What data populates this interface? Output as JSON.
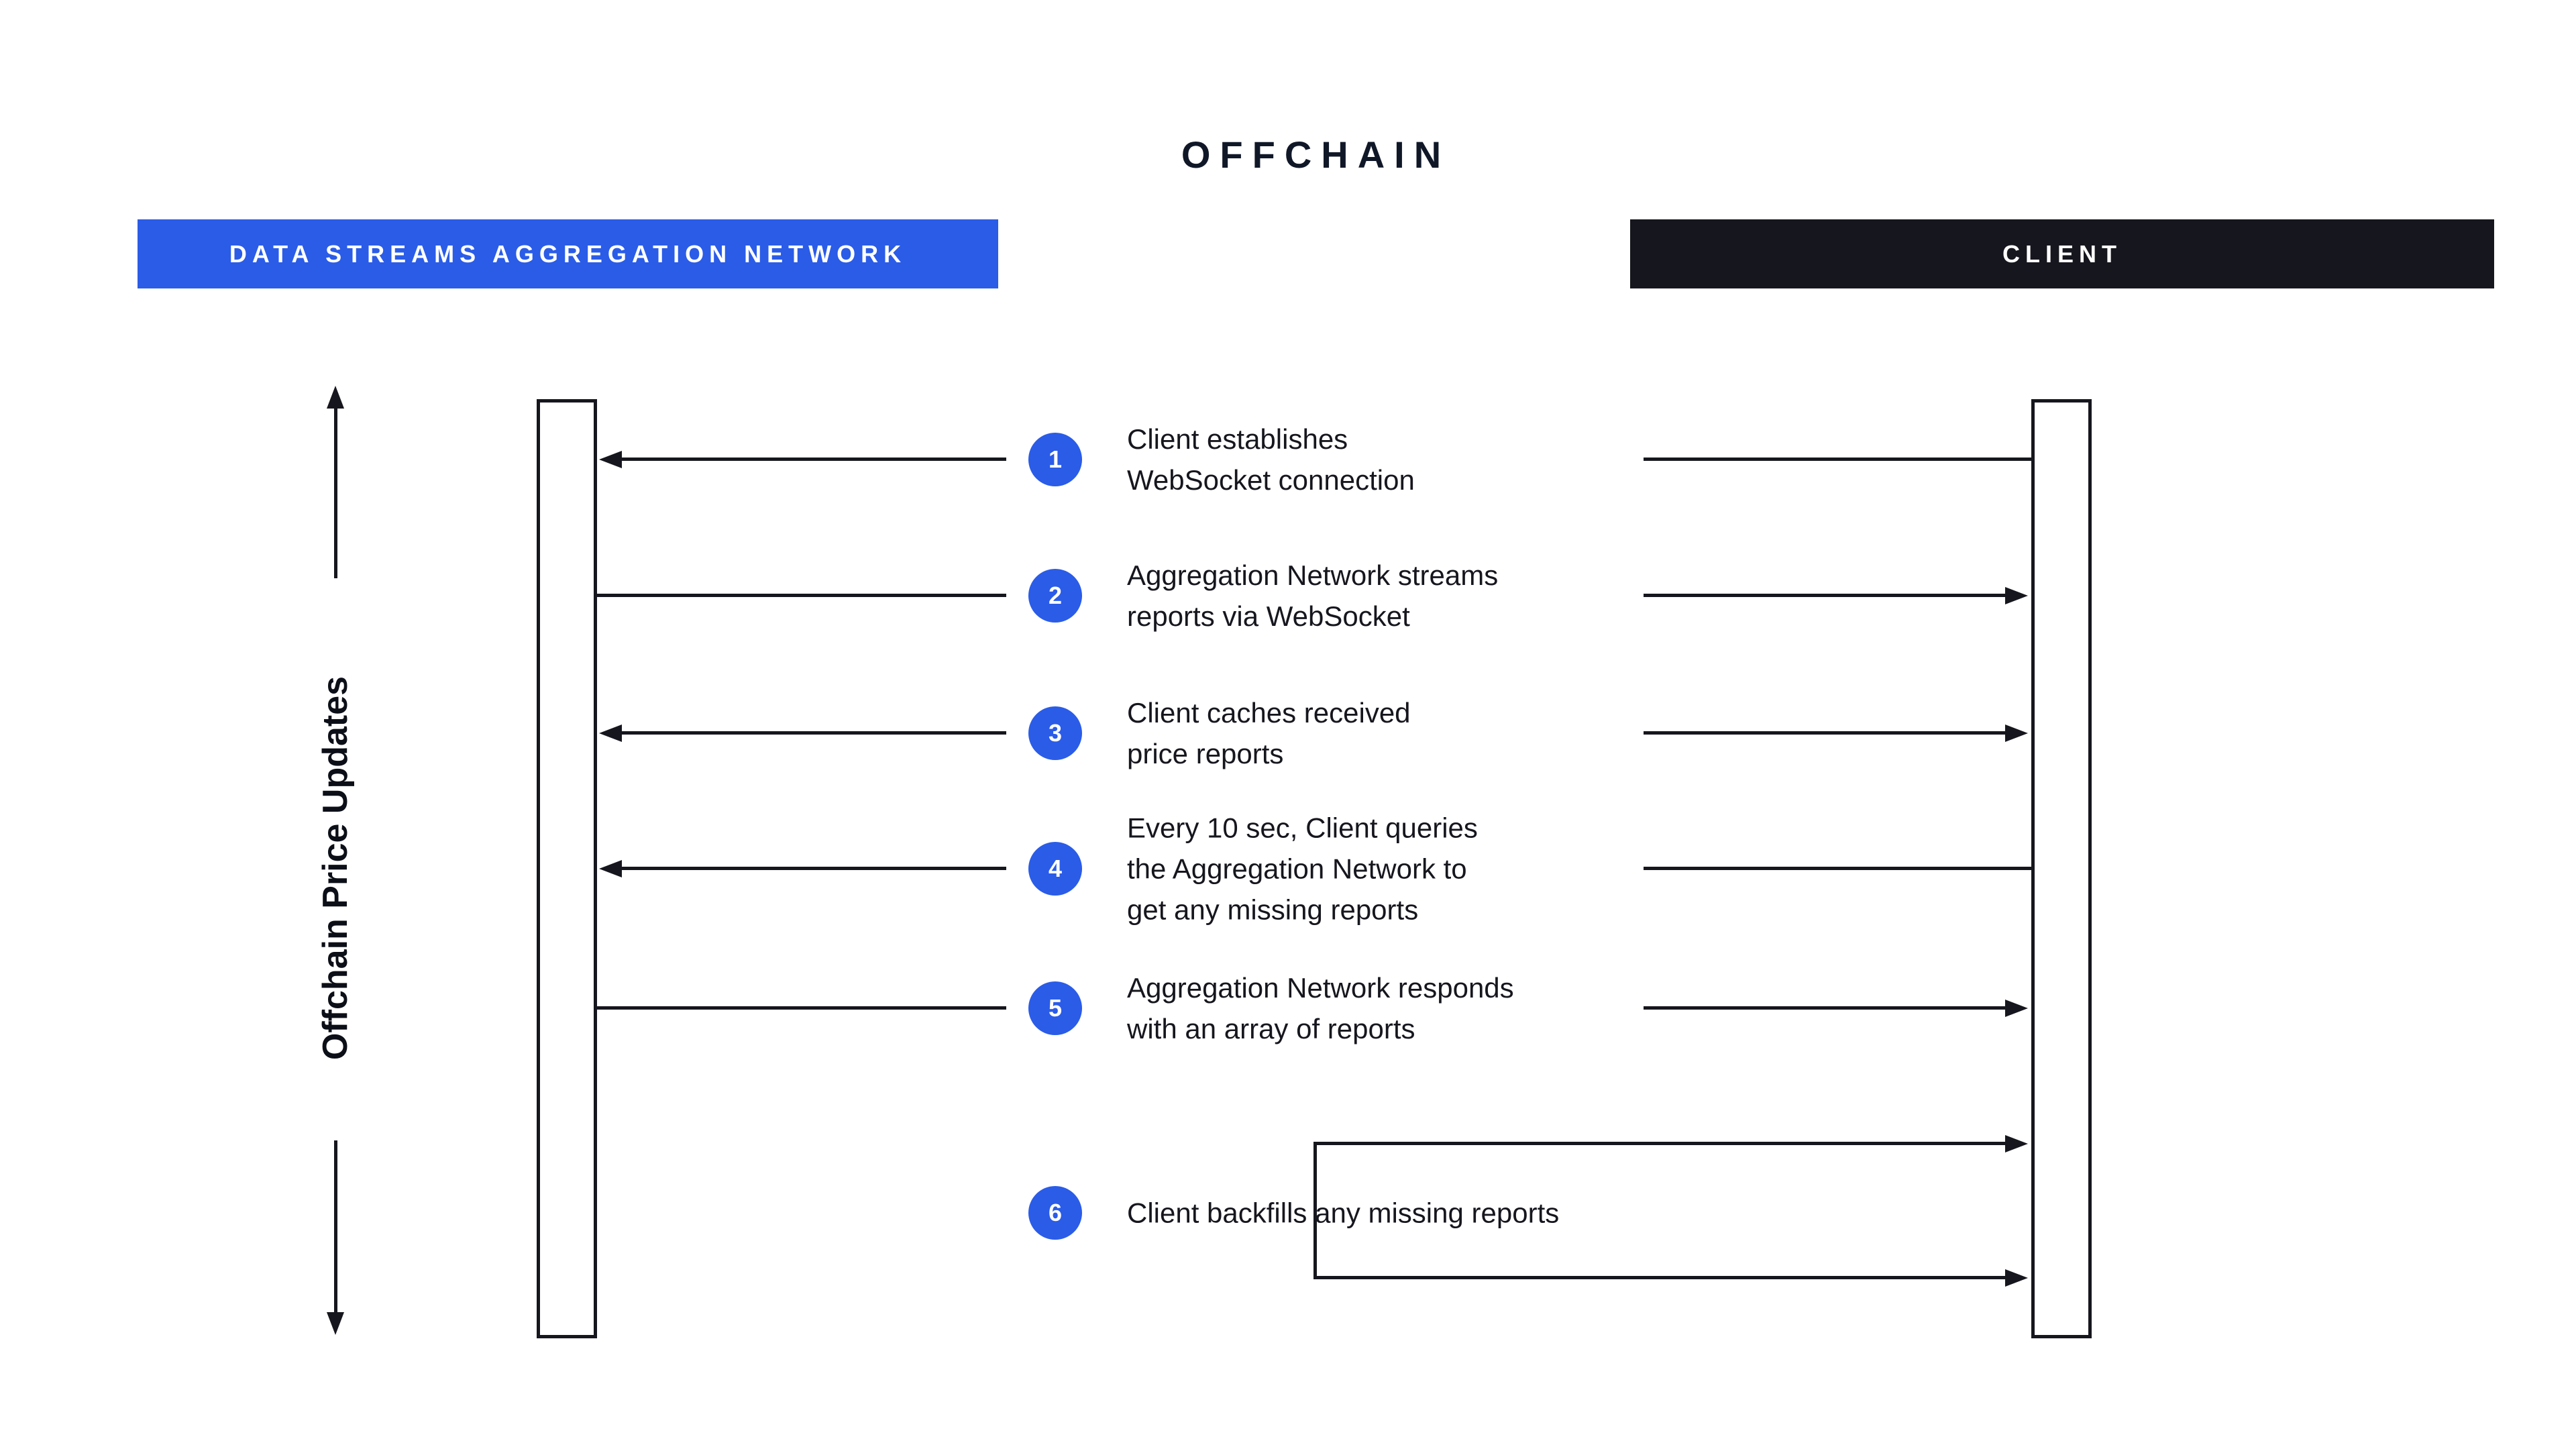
{
  "title": "OFFCHAIN",
  "actors": {
    "left": {
      "label": "DATA STREAMS AGGREGATION NETWORK",
      "color": "#2A5CE8"
    },
    "right": {
      "label": "CLIENT",
      "color": "#16161E"
    }
  },
  "axis_label": "Offchain Price Updates",
  "messages": [
    {
      "num": "1",
      "text": "Client establishes\nWebSocket connection",
      "direction": "to-aggregation-network"
    },
    {
      "num": "2",
      "text": "Aggregation Network streams\nreports via WebSocket",
      "direction": "to-client"
    },
    {
      "num": "3",
      "text": "Client caches received\nprice reports",
      "direction": "both"
    },
    {
      "num": "4",
      "text": "Every 10 sec, Client queries\nthe Aggregation Network to\nget any missing reports",
      "direction": "to-aggregation-network"
    },
    {
      "num": "5",
      "text": "Aggregation Network responds\nwith an array of reports",
      "direction": "to-client"
    },
    {
      "num": "6",
      "text": "Client backfills any missing reports",
      "direction": "client-self-loop"
    }
  ],
  "colors": {
    "accent_blue": "#2A5CE8",
    "ink": "#16161E",
    "background": "#FFFFFF"
  }
}
